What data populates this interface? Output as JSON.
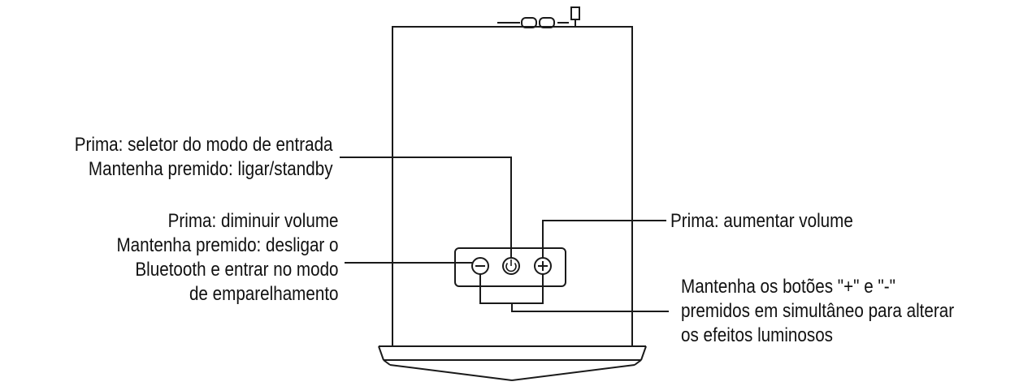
{
  "callouts": {
    "power": {
      "line1": "Prima: seletor do modo de entrada",
      "line2": "Mantenha premido: ligar/standby"
    },
    "volume_down": {
      "line1": "Prima: diminuir volume",
      "line2": "Mantenha premido: desligar o",
      "line3": "Bluetooth e entrar no modo",
      "line4": "de emparelhamento"
    },
    "volume_up": {
      "line1": "Prima: aumentar volume"
    },
    "combo": {
      "line1": "Mantenha os botões \"+\" e \"-\"",
      "line2": "premidos em simultâneo para alterar",
      "line3": "os efeitos luminosos"
    }
  },
  "buttons": [
    {
      "id": "minus",
      "icon": "minus-circle-icon"
    },
    {
      "id": "power",
      "icon": "power-icon"
    },
    {
      "id": "plus",
      "icon": "plus-circle-icon"
    }
  ],
  "colors": {
    "line": "#1a1a1a",
    "text": "#111111",
    "background": "#ffffff"
  }
}
